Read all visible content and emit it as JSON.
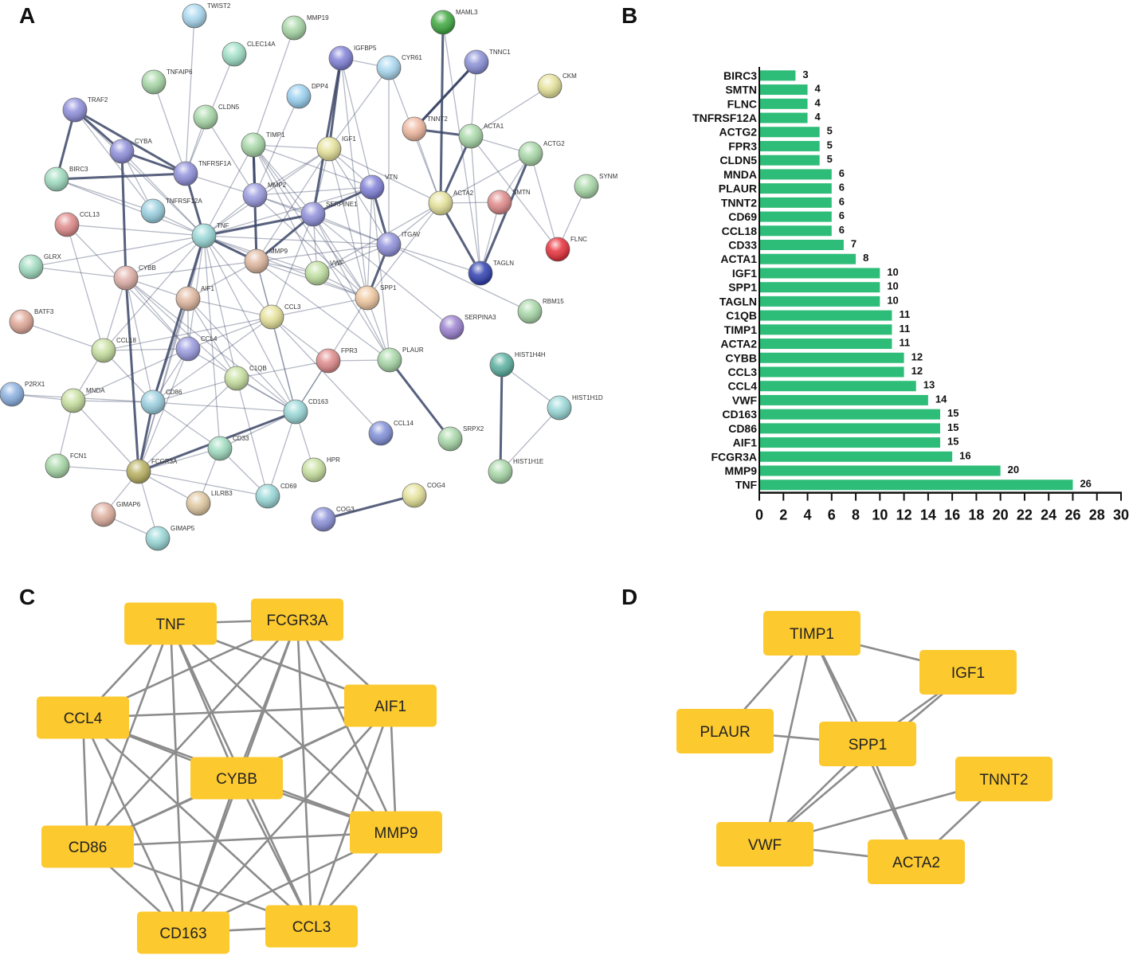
{
  "panels": {
    "a": "A",
    "b": "B",
    "c": "C",
    "d": "D"
  },
  "colors": {
    "bar": "#2dbd78",
    "box": "#fcc92f",
    "box_edge": "#8c8c8c",
    "net_edge": "#3b4566"
  },
  "panel_a": {
    "nodes": [
      {
        "id": "TWIST2",
        "color": "#a9d8f0"
      },
      {
        "id": "MMP19",
        "color": "#a8d8a8"
      },
      {
        "id": "MAML3",
        "color": "#3fa93f"
      },
      {
        "id": "CLEC14A",
        "color": "#9fe0c8"
      },
      {
        "id": "IGFBP5",
        "color": "#8080d8"
      },
      {
        "id": "CYR61",
        "color": "#a9d8f0"
      },
      {
        "id": "TNNC1",
        "color": "#8a90d8"
      },
      {
        "id": "TNFAIP6",
        "color": "#a8d8a8"
      },
      {
        "id": "DPP4",
        "color": "#9ad0f0"
      },
      {
        "id": "CKM",
        "color": "#e6e29a"
      },
      {
        "id": "TRAF2",
        "color": "#8f8fdc"
      },
      {
        "id": "CLDN5",
        "color": "#a8d8a8"
      },
      {
        "id": "TNNT2",
        "color": "#efb8a0"
      },
      {
        "id": "ACTA1",
        "color": "#a8d8a8"
      },
      {
        "id": "ACTG2",
        "color": "#a8d8a8"
      },
      {
        "id": "CYBA",
        "color": "#8f8fdc"
      },
      {
        "id": "TIMP1",
        "color": "#a8d8a8"
      },
      {
        "id": "IGF1",
        "color": "#e6e29a"
      },
      {
        "id": "TNFRSF1A",
        "color": "#9090dc"
      },
      {
        "id": "BIRC3",
        "color": "#a0dcc0"
      },
      {
        "id": "SYNM",
        "color": "#a8d8a8"
      },
      {
        "id": "VTN",
        "color": "#8080d8"
      },
      {
        "id": "MMP2",
        "color": "#9a9ae0"
      },
      {
        "id": "SERPINE1",
        "color": "#9090dc"
      },
      {
        "id": "ACTA2",
        "color": "#e6e29a"
      },
      {
        "id": "SMTN",
        "color": "#e08a8a"
      },
      {
        "id": "TNFRSF12A",
        "color": "#9ad0e0"
      },
      {
        "id": "CCL13",
        "color": "#e08a8a"
      },
      {
        "id": "TNF",
        "color": "#9ad8d8"
      },
      {
        "id": "ITGAV",
        "color": "#9090dc"
      },
      {
        "id": "FLNC",
        "color": "#e8303a"
      },
      {
        "id": "GLRX",
        "color": "#a0dcc0"
      },
      {
        "id": "MMP9",
        "color": "#e0b8a0"
      },
      {
        "id": "TAGLN",
        "color": "#3040b0"
      },
      {
        "id": "CYBB",
        "color": "#e0b0a8"
      },
      {
        "id": "VWF",
        "color": "#c0e0a0"
      },
      {
        "id": "AIF1",
        "color": "#e0b8a0"
      },
      {
        "id": "SPP1",
        "color": "#f0c8a0"
      },
      {
        "id": "RBM15",
        "color": "#a8d8a8"
      },
      {
        "id": "BATF3",
        "color": "#e0a898"
      },
      {
        "id": "CCL3",
        "color": "#e6e29a"
      },
      {
        "id": "SERPINA3",
        "color": "#9a80d0"
      },
      {
        "id": "CCL18",
        "color": "#c8e0a0"
      },
      {
        "id": "CCL4",
        "color": "#9a9ae0"
      },
      {
        "id": "FPR3",
        "color": "#e08a8a"
      },
      {
        "id": "PLAUR",
        "color": "#a8d8a8"
      },
      {
        "id": "HIST1H4H",
        "color": "#5ab0a0"
      },
      {
        "id": "C1QB",
        "color": "#c8e0a0"
      },
      {
        "id": "P2RX1",
        "color": "#8ab0e0"
      },
      {
        "id": "MNDA",
        "color": "#c8e0a0"
      },
      {
        "id": "CD86",
        "color": "#9ad0e0"
      },
      {
        "id": "CD163",
        "color": "#9ad8d8"
      },
      {
        "id": "HIST1H1D",
        "color": "#9ad8d8"
      },
      {
        "id": "CCL14",
        "color": "#8090d8"
      },
      {
        "id": "SRPX2",
        "color": "#a8d8a8"
      },
      {
        "id": "CD33",
        "color": "#a0dcc0"
      },
      {
        "id": "FCN1",
        "color": "#a8d8a8"
      },
      {
        "id": "FCGR3A",
        "color": "#b8b060"
      },
      {
        "id": "HPR",
        "color": "#c8e0a0"
      },
      {
        "id": "HIST1H1E",
        "color": "#a8d8a8"
      },
      {
        "id": "COG4",
        "color": "#e6e29a"
      },
      {
        "id": "LILRB3",
        "color": "#e0c8a0"
      },
      {
        "id": "CD69",
        "color": "#9ad8d8"
      },
      {
        "id": "GIMAP6",
        "color": "#e0b0a0"
      },
      {
        "id": "COG3",
        "color": "#8a90d8"
      },
      {
        "id": "GIMAP5",
        "color": "#9ad8d8"
      }
    ],
    "edges": [
      [
        "TNF",
        "TNFRSF1A"
      ],
      [
        "TNF",
        "TNFRSF12A"
      ],
      [
        "TNF",
        "CYBB"
      ],
      [
        "TNF",
        "AIF1"
      ],
      [
        "TNF",
        "MMP9"
      ],
      [
        "TNF",
        "MMP2"
      ],
      [
        "TNF",
        "SERPINE1"
      ],
      [
        "TNF",
        "CCL3"
      ],
      [
        "TNF",
        "CCL4"
      ],
      [
        "TNF",
        "CD86"
      ],
      [
        "TNF",
        "CD163"
      ],
      [
        "TNF",
        "FCGR3A"
      ],
      [
        "TNF",
        "VWF"
      ],
      [
        "TNF",
        "SPP1"
      ],
      [
        "TNF",
        "TIMP1"
      ],
      [
        "TNF",
        "IGF1"
      ],
      [
        "TNF",
        "CYBA"
      ],
      [
        "TNF",
        "CCL18"
      ],
      [
        "TNF",
        "C1QB"
      ],
      [
        "TNF",
        "CCL13"
      ],
      [
        "TNF",
        "BIRC3"
      ],
      [
        "TNF",
        "TRAF2"
      ],
      [
        "TNF",
        "GLRX"
      ],
      [
        "TNF",
        "ITGAV"
      ],
      [
        "TNF",
        "CD33"
      ],
      [
        "TNF",
        "VTN"
      ],
      [
        "TRAF2",
        "BIRC3"
      ],
      [
        "TRAF2",
        "TNFRSF1A"
      ],
      [
        "TRAF2",
        "CYBA"
      ],
      [
        "TRAF2",
        "TNFRSF12A"
      ],
      [
        "BIRC3",
        "TNFRSF1A"
      ],
      [
        "BIRC3",
        "TNFRSF12A"
      ],
      [
        "CYBA",
        "TNFRSF1A"
      ],
      [
        "CYBA",
        "CYBB"
      ],
      [
        "CYBA",
        "TNFRSF12A"
      ],
      [
        "MMP9",
        "MMP2"
      ],
      [
        "MMP9",
        "TIMP1"
      ],
      [
        "MMP9",
        "SERPINE1"
      ],
      [
        "MMP9",
        "CCL3"
      ],
      [
        "MMP9",
        "SPP1"
      ],
      [
        "MMP9",
        "CYBB"
      ],
      [
        "MMP9",
        "AIF1"
      ],
      [
        "MMP9",
        "CD163"
      ],
      [
        "MMP9",
        "IGF1"
      ],
      [
        "MMP9",
        "VWF"
      ],
      [
        "MMP9",
        "PLAUR"
      ],
      [
        "MMP9",
        "ITGAV"
      ],
      [
        "MMP2",
        "TIMP1"
      ],
      [
        "MMP2",
        "SERPINE1"
      ],
      [
        "MMP2",
        "IGF1"
      ],
      [
        "MMP2",
        "VTN"
      ],
      [
        "MMP2",
        "ITGAV"
      ],
      [
        "MMP2",
        "SPP1"
      ],
      [
        "MMP2",
        "TNFRSF1A"
      ],
      [
        "MMP2",
        "DPP4"
      ],
      [
        "MMP2",
        "CLDN5"
      ],
      [
        "TIMP1",
        "SERPINE1"
      ],
      [
        "TIMP1",
        "IGF1"
      ],
      [
        "TIMP1",
        "SPP1"
      ],
      [
        "TIMP1",
        "VWF"
      ],
      [
        "TIMP1",
        "PLAUR"
      ],
      [
        "TIMP1",
        "VTN"
      ],
      [
        "IGF1",
        "IGFBP5"
      ],
      [
        "IGF1",
        "SERPINE1"
      ],
      [
        "IGF1",
        "VTN"
      ],
      [
        "IGF1",
        "SPP1"
      ],
      [
        "IGF1",
        "ITGAV"
      ],
      [
        "IGF1",
        "CYR61"
      ],
      [
        "IGF1",
        "ACTA2"
      ],
      [
        "IGFBP5",
        "VTN"
      ],
      [
        "IGFBP5",
        "SERPINE1"
      ],
      [
        "IGFBP5",
        "CYR61"
      ],
      [
        "IGFBP5",
        "SPP1"
      ],
      [
        "SERPINE1",
        "VTN"
      ],
      [
        "SERPINE1",
        "ITGAV"
      ],
      [
        "SERPINE1",
        "PLAUR"
      ],
      [
        "SERPINE1",
        "SPP1"
      ],
      [
        "SERPINE1",
        "VWF"
      ],
      [
        "SERPINE1",
        "CCL3"
      ],
      [
        "VTN",
        "ITGAV"
      ],
      [
        "VTN",
        "PLAUR"
      ],
      [
        "VTN",
        "SPP1"
      ],
      [
        "ITGAV",
        "SPP1"
      ],
      [
        "ITGAV",
        "VWF"
      ],
      [
        "ITGAV",
        "CYR61"
      ],
      [
        "ITGAV",
        "TAGLN"
      ],
      [
        "ITGAV",
        "ACTA2"
      ],
      [
        "SPP1",
        "VWF"
      ],
      [
        "SPP1",
        "CD163"
      ],
      [
        "SPP1",
        "PLAUR"
      ],
      [
        "SPP1",
        "ACTA2"
      ],
      [
        "SPP1",
        "CCL3"
      ],
      [
        "PLAUR",
        "SRPX2"
      ],
      [
        "PLAUR",
        "FPR3"
      ],
      [
        "ACTA2",
        "ACTA1"
      ],
      [
        "ACTA2",
        "ACTG2"
      ],
      [
        "ACTA2",
        "TAGLN"
      ],
      [
        "ACTA2",
        "SMTN"
      ],
      [
        "ACTA2",
        "TNNT2"
      ],
      [
        "ACTA2",
        "VWF"
      ],
      [
        "ACTA2",
        "MAML3"
      ],
      [
        "ACTA2",
        "CYR61"
      ],
      [
        "ACTA1",
        "TNNC1"
      ],
      [
        "ACTA1",
        "TNNT2"
      ],
      [
        "ACTA1",
        "ACTG2"
      ],
      [
        "ACTA1",
        "TAGLN"
      ],
      [
        "ACTA1",
        "CKM"
      ],
      [
        "ACTA1",
        "FLNC"
      ],
      [
        "TNNT2",
        "TNNC1"
      ],
      [
        "ACTG2",
        "TAGLN"
      ],
      [
        "ACTG2",
        "SMTN"
      ],
      [
        "TAGLN",
        "SMTN"
      ],
      [
        "FLNC",
        "SYNM"
      ],
      [
        "FLNC",
        "ACTG2"
      ],
      [
        "MAML3",
        "TAGLN"
      ],
      [
        "CYBB",
        "AIF1"
      ],
      [
        "CYBB",
        "CCL18"
      ],
      [
        "CYBB",
        "CD86"
      ],
      [
        "CYBB",
        "FCGR3A"
      ],
      [
        "CYBB",
        "CCL4"
      ],
      [
        "CYBB",
        "CD163"
      ],
      [
        "CYBB",
        "GLRX"
      ],
      [
        "CYBB",
        "C1QB"
      ],
      [
        "AIF1",
        "CCL4"
      ],
      [
        "AIF1",
        "CD86"
      ],
      [
        "AIF1",
        "CD163"
      ],
      [
        "AIF1",
        "FCGR3A"
      ],
      [
        "AIF1",
        "CCL3"
      ],
      [
        "AIF1",
        "C1QB"
      ],
      [
        "CCL3",
        "CCL4"
      ],
      [
        "CCL3",
        "CD86"
      ],
      [
        "CCL3",
        "CD163"
      ],
      [
        "CCL3",
        "CCL18"
      ],
      [
        "CCL3",
        "FPR3"
      ],
      [
        "CCL3",
        "CCL14"
      ],
      [
        "CCL4",
        "CD86"
      ],
      [
        "CCL4",
        "CCL18"
      ],
      [
        "CCL4",
        "FCGR3A"
      ],
      [
        "CCL4",
        "CD163"
      ],
      [
        "CCL4",
        "MNDA"
      ],
      [
        "CD86",
        "FCGR3A"
      ],
      [
        "CD86",
        "CD163"
      ],
      [
        "CD86",
        "CCL18"
      ],
      [
        "CD86",
        "MNDA"
      ],
      [
        "CD86",
        "CD33"
      ],
      [
        "CD86",
        "C1QB"
      ],
      [
        "CD86",
        "P2RX1"
      ],
      [
        "CD163",
        "FCGR3A"
      ],
      [
        "CD163",
        "C1QB"
      ],
      [
        "CD163",
        "CD33"
      ],
      [
        "CD163",
        "HPR"
      ],
      [
        "CD163",
        "CD69"
      ],
      [
        "CD163",
        "FPR3"
      ],
      [
        "FCGR3A",
        "CD33"
      ],
      [
        "FCGR3A",
        "CD69"
      ],
      [
        "FCGR3A",
        "LILRB3"
      ],
      [
        "FCGR3A",
        "GIMAP6"
      ],
      [
        "FCGR3A",
        "GIMAP5"
      ],
      [
        "FCGR3A",
        "FCN1"
      ],
      [
        "FCGR3A",
        "MNDA"
      ],
      [
        "FCGR3A",
        "C1QB"
      ],
      [
        "CD33",
        "CD69"
      ],
      [
        "CD33",
        "LILRB3"
      ],
      [
        "MNDA",
        "FCN1"
      ],
      [
        "MNDA",
        "CCL18"
      ],
      [
        "MNDA",
        "P2RX1"
      ],
      [
        "CCL18",
        "CCL13"
      ],
      [
        "CCL18",
        "BATF3"
      ],
      [
        "GIMAP6",
        "GIMAP5"
      ],
      [
        "C1QB",
        "FPR3"
      ],
      [
        "C1QB",
        "CD69"
      ],
      [
        "CCL13",
        "CCL4"
      ],
      [
        "TWIST2",
        "TNFRSF1A"
      ],
      [
        "MMP19",
        "TIMP1"
      ],
      [
        "CLEC14A",
        "TNFRSF1A"
      ],
      [
        "TNFAIP6",
        "TNFRSF1A"
      ],
      [
        "CLDN5",
        "TNFRSF1A"
      ],
      [
        "SERPINA3",
        "SERPINE1"
      ],
      [
        "RBM15",
        "ITGAV"
      ],
      [
        "TNNC1",
        "TNNT2"
      ],
      [
        "HIST1H4H",
        "HIST1H1E"
      ],
      [
        "HIST1H4H",
        "HIST1H1D"
      ],
      [
        "HIST1H1D",
        "HIST1H1E"
      ],
      [
        "COG3",
        "COG4"
      ]
    ]
  },
  "chart_data": {
    "type": "bar",
    "orientation": "horizontal",
    "categories": [
      "BIRC3",
      "SMTN",
      "FLNC",
      "TNFRSF12A",
      "ACTG2",
      "FPR3",
      "CLDN5",
      "MNDA",
      "PLAUR",
      "TNNT2",
      "CD69",
      "CCL18",
      "CD33",
      "ACTA1",
      "IGF1",
      "SPP1",
      "TAGLN",
      "C1QB",
      "TIMP1",
      "ACTA2",
      "CYBB",
      "CCL3",
      "CCL4",
      "VWF",
      "CD163",
      "CD86",
      "AIF1",
      "FCGR3A",
      "MMP9",
      "TNF"
    ],
    "values": [
      3,
      4,
      4,
      4,
      5,
      5,
      5,
      6,
      6,
      6,
      6,
      6,
      7,
      8,
      10,
      10,
      10,
      11,
      11,
      11,
      12,
      12,
      13,
      14,
      15,
      15,
      15,
      16,
      20,
      26
    ],
    "xlim": [
      0,
      30
    ],
    "xticks": [
      "0",
      "2",
      "4",
      "6",
      "8",
      "10",
      "12",
      "14",
      "16",
      "18",
      "20",
      "22",
      "24",
      "26",
      "28",
      "30"
    ],
    "title": "",
    "xlabel": "",
    "ylabel": ""
  },
  "panel_c": {
    "nodes": [
      "TNF",
      "FCGR3A",
      "CCL4",
      "AIF1",
      "CYBB",
      "CD86",
      "MMP9",
      "CD163",
      "CCL3"
    ],
    "edges": [
      [
        "TNF",
        "FCGR3A"
      ],
      [
        "TNF",
        "CCL4"
      ],
      [
        "TNF",
        "AIF1"
      ],
      [
        "TNF",
        "CYBB"
      ],
      [
        "TNF",
        "CD86"
      ],
      [
        "TNF",
        "MMP9"
      ],
      [
        "TNF",
        "CD163"
      ],
      [
        "TNF",
        "CCL3"
      ],
      [
        "FCGR3A",
        "CCL4"
      ],
      [
        "FCGR3A",
        "AIF1"
      ],
      [
        "FCGR3A",
        "CYBB"
      ],
      [
        "FCGR3A",
        "CD86"
      ],
      [
        "FCGR3A",
        "MMP9"
      ],
      [
        "FCGR3A",
        "CD163"
      ],
      [
        "FCGR3A",
        "CCL3"
      ],
      [
        "CCL4",
        "AIF1"
      ],
      [
        "CCL4",
        "CYBB"
      ],
      [
        "CCL4",
        "CD86"
      ],
      [
        "CCL4",
        "MMP9"
      ],
      [
        "CCL4",
        "CD163"
      ],
      [
        "CCL4",
        "CCL3"
      ],
      [
        "AIF1",
        "CYBB"
      ],
      [
        "AIF1",
        "CD86"
      ],
      [
        "AIF1",
        "MMP9"
      ],
      [
        "AIF1",
        "CD163"
      ],
      [
        "AIF1",
        "CCL3"
      ],
      [
        "CYBB",
        "CD86"
      ],
      [
        "CYBB",
        "MMP9"
      ],
      [
        "CYBB",
        "CD163"
      ],
      [
        "CYBB",
        "CCL3"
      ],
      [
        "CD86",
        "MMP9"
      ],
      [
        "CD86",
        "CD163"
      ],
      [
        "CD86",
        "CCL3"
      ],
      [
        "MMP9",
        "CD163"
      ],
      [
        "MMP9",
        "CCL3"
      ],
      [
        "CD163",
        "CCL3"
      ]
    ]
  },
  "panel_d": {
    "nodes": [
      "TIMP1",
      "IGF1",
      "PLAUR",
      "SPP1",
      "TNNT2",
      "VWF",
      "ACTA2"
    ],
    "edges": [
      [
        "TIMP1",
        "IGF1"
      ],
      [
        "TIMP1",
        "PLAUR"
      ],
      [
        "TIMP1",
        "SPP1"
      ],
      [
        "TIMP1",
        "VWF"
      ],
      [
        "TIMP1",
        "ACTA2"
      ],
      [
        "IGF1",
        "SPP1"
      ],
      [
        "IGF1",
        "VWF"
      ],
      [
        "PLAUR",
        "SPP1"
      ],
      [
        "SPP1",
        "VWF"
      ],
      [
        "SPP1",
        "ACTA2"
      ],
      [
        "TNNT2",
        "VWF"
      ],
      [
        "TNNT2",
        "ACTA2"
      ],
      [
        "VWF",
        "ACTA2"
      ]
    ]
  }
}
